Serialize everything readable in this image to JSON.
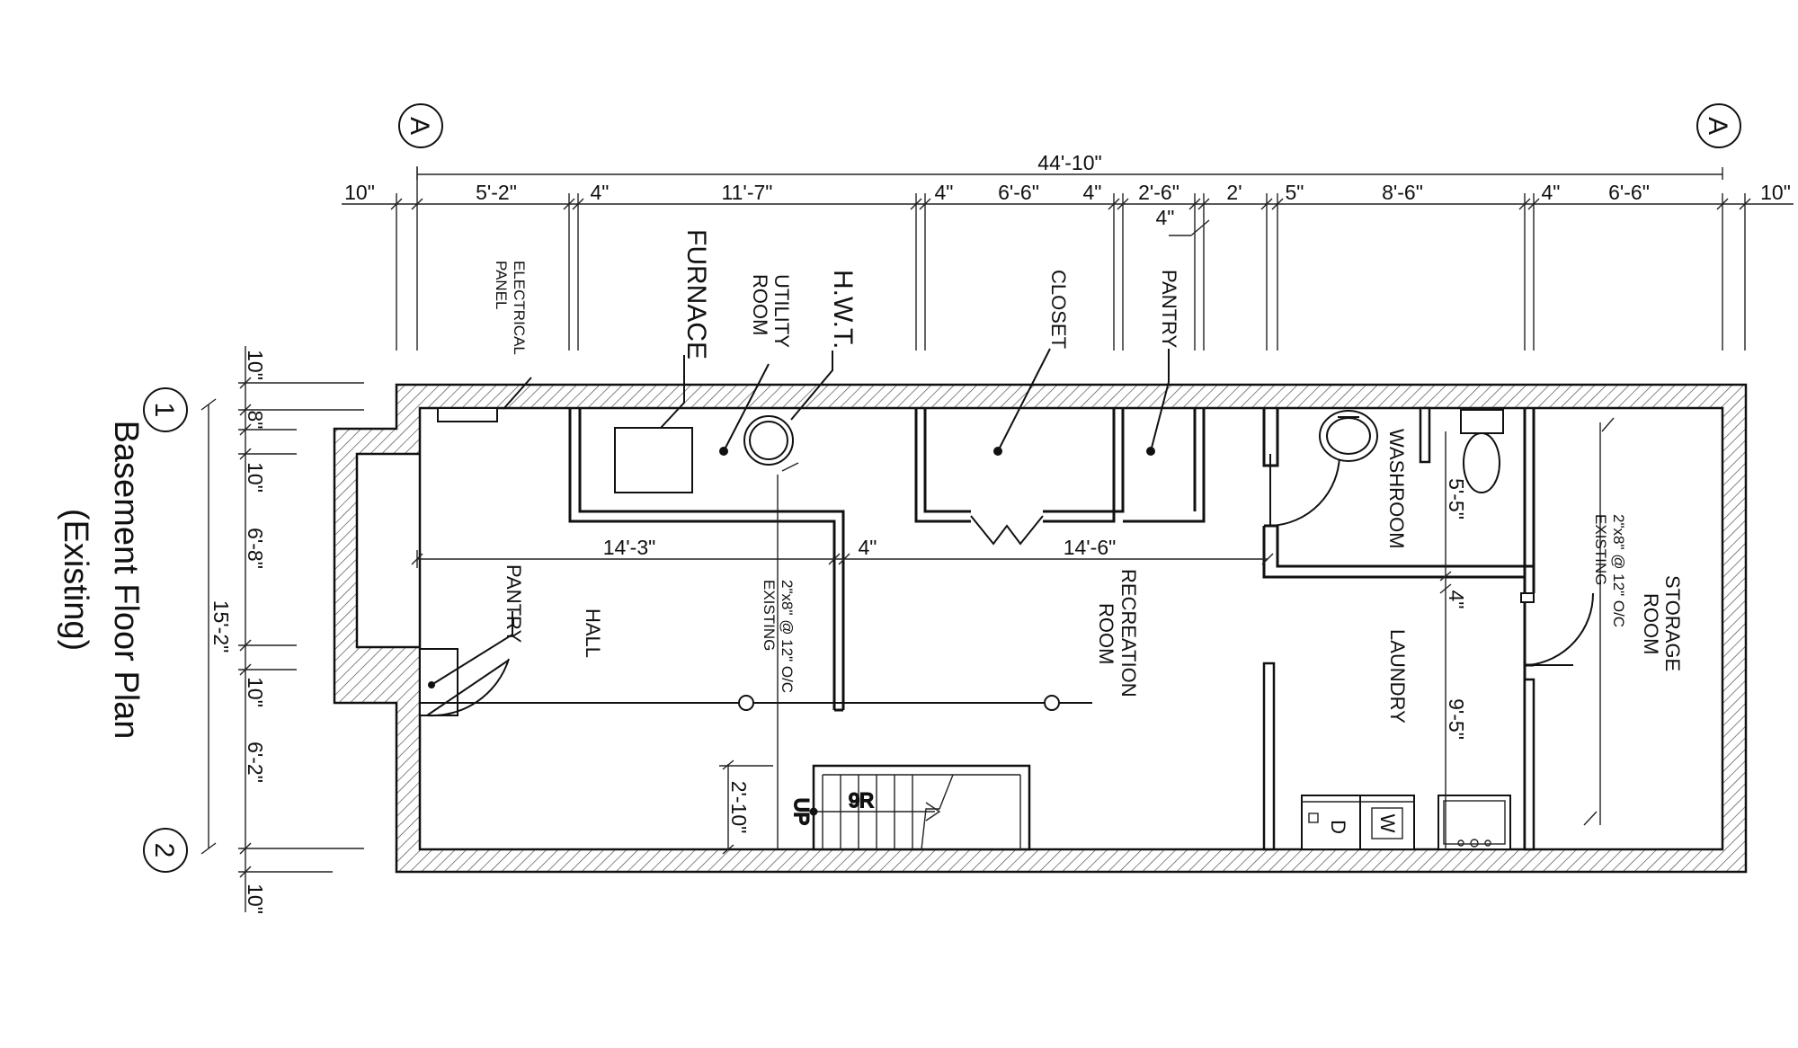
{
  "title": {
    "line1": "Basement Floor Plan",
    "line2": "(Existing)"
  },
  "grid_bubbles": {
    "top_left": "A",
    "top_right": "A",
    "left_top": "1",
    "left_bottom": "2"
  },
  "top_dimensions": {
    "overall": "44'-10\"",
    "segments": [
      "10\"",
      "5'-2\"",
      "4\"",
      "11'-7\"",
      "4\"",
      "6'-6\"",
      "4\"",
      "2'-6\"",
      "4\"",
      "2'",
      "5\"",
      "8'-6\"",
      "4\"",
      "6'-6\"",
      "10\""
    ]
  },
  "left_dimensions": {
    "overall": "15'-2\"",
    "segments": [
      "10\"",
      "8\"",
      "10\"",
      "6'-8\"",
      "10\"",
      "6'-2\"",
      "10\""
    ]
  },
  "interior_dimensions": {
    "hall_length": "14'-3\"",
    "wall": "4\"",
    "rec_length": "14'-6\"",
    "stair_offset": "2'-10\"",
    "washroom_depth": "5'-5\"",
    "laundry_wall": "4\"",
    "laundry_depth": "9'-5\""
  },
  "rooms": {
    "electrical_panel": [
      "ELECTRICAL",
      "PANEL"
    ],
    "furnace": "FURNACE",
    "utility_room": [
      "UTILITY",
      "ROOM"
    ],
    "hwt": "H.W.T.",
    "closet": "CLOSET",
    "pantry_top": "PANTRY",
    "washroom": "WASHROOM",
    "pantry_left": "PANTRY",
    "hall": "HALL",
    "recreation_room": [
      "RECREATION",
      "ROOM"
    ],
    "laundry": "LAUNDRY",
    "storage_room": [
      "STORAGE",
      "ROOM"
    ]
  },
  "joist_notes": {
    "center": [
      "2\"x8\" @ 12\" O/C",
      "EXISTING"
    ],
    "storage": [
      "2\"x8\" @ 12\" O/C",
      "EXISTING"
    ]
  },
  "stair": {
    "risers": "9R",
    "direction": "UP"
  },
  "appliances": {
    "dryer": "D",
    "washer": "W"
  }
}
